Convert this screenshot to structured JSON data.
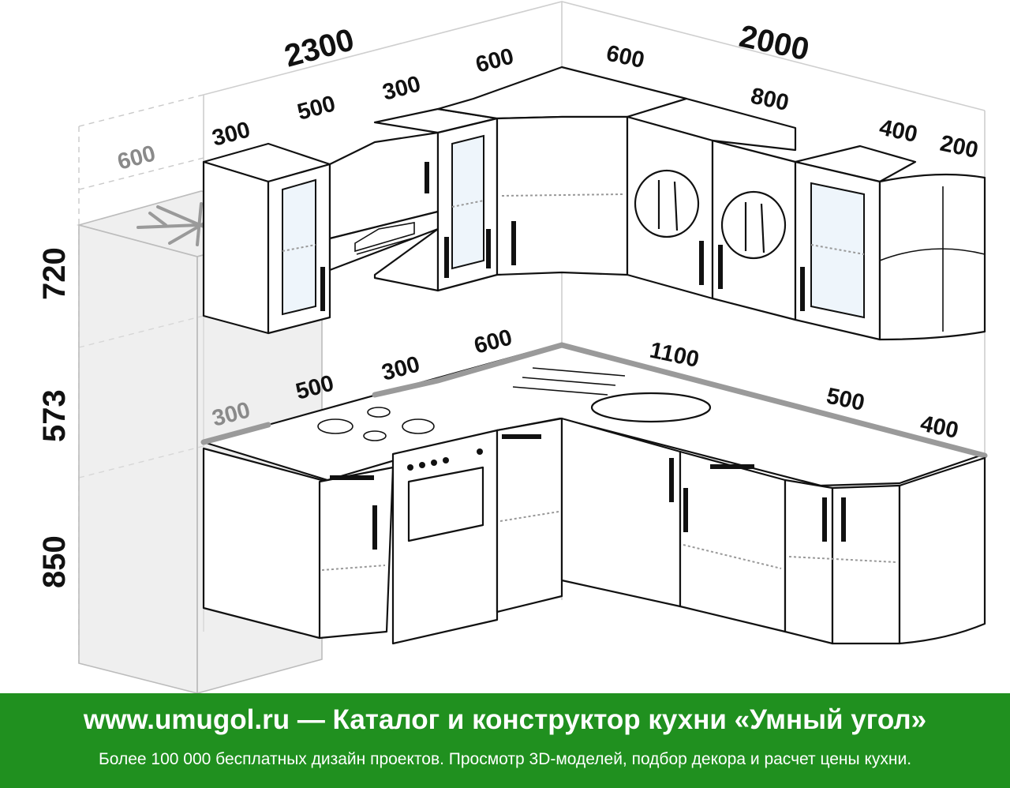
{
  "dimensions": {
    "wall_left_total": "2300",
    "wall_right_total": "2000",
    "fridge_depth": "600",
    "height_upper": "720",
    "height_gap": "573",
    "height_lower": "850",
    "upper_left": [
      "300",
      "500",
      "300",
      "600"
    ],
    "upper_right": [
      "600",
      "800",
      "400",
      "200"
    ],
    "lower_left": [
      "300",
      "500",
      "300",
      "600"
    ],
    "lower_right": [
      "1100",
      "500",
      "400"
    ]
  },
  "footer": {
    "title": "www.umugol.ru — Каталог и конструктор кухни «Умный угол»",
    "subtitle": "Более 100 000 бесплатных дизайн проектов. Просмотр 3D-моделей, подбор декора и расчет цены кухни."
  },
  "icons": [
    "snowflake-icon",
    "fork-knife-icon",
    "range-hood-icon",
    "sink-icon",
    "cooktop-burner-icon"
  ],
  "colors": {
    "footer_bg": "#20901f",
    "glass": "#eef5fb",
    "counter_edge": "#9a9a9a"
  }
}
